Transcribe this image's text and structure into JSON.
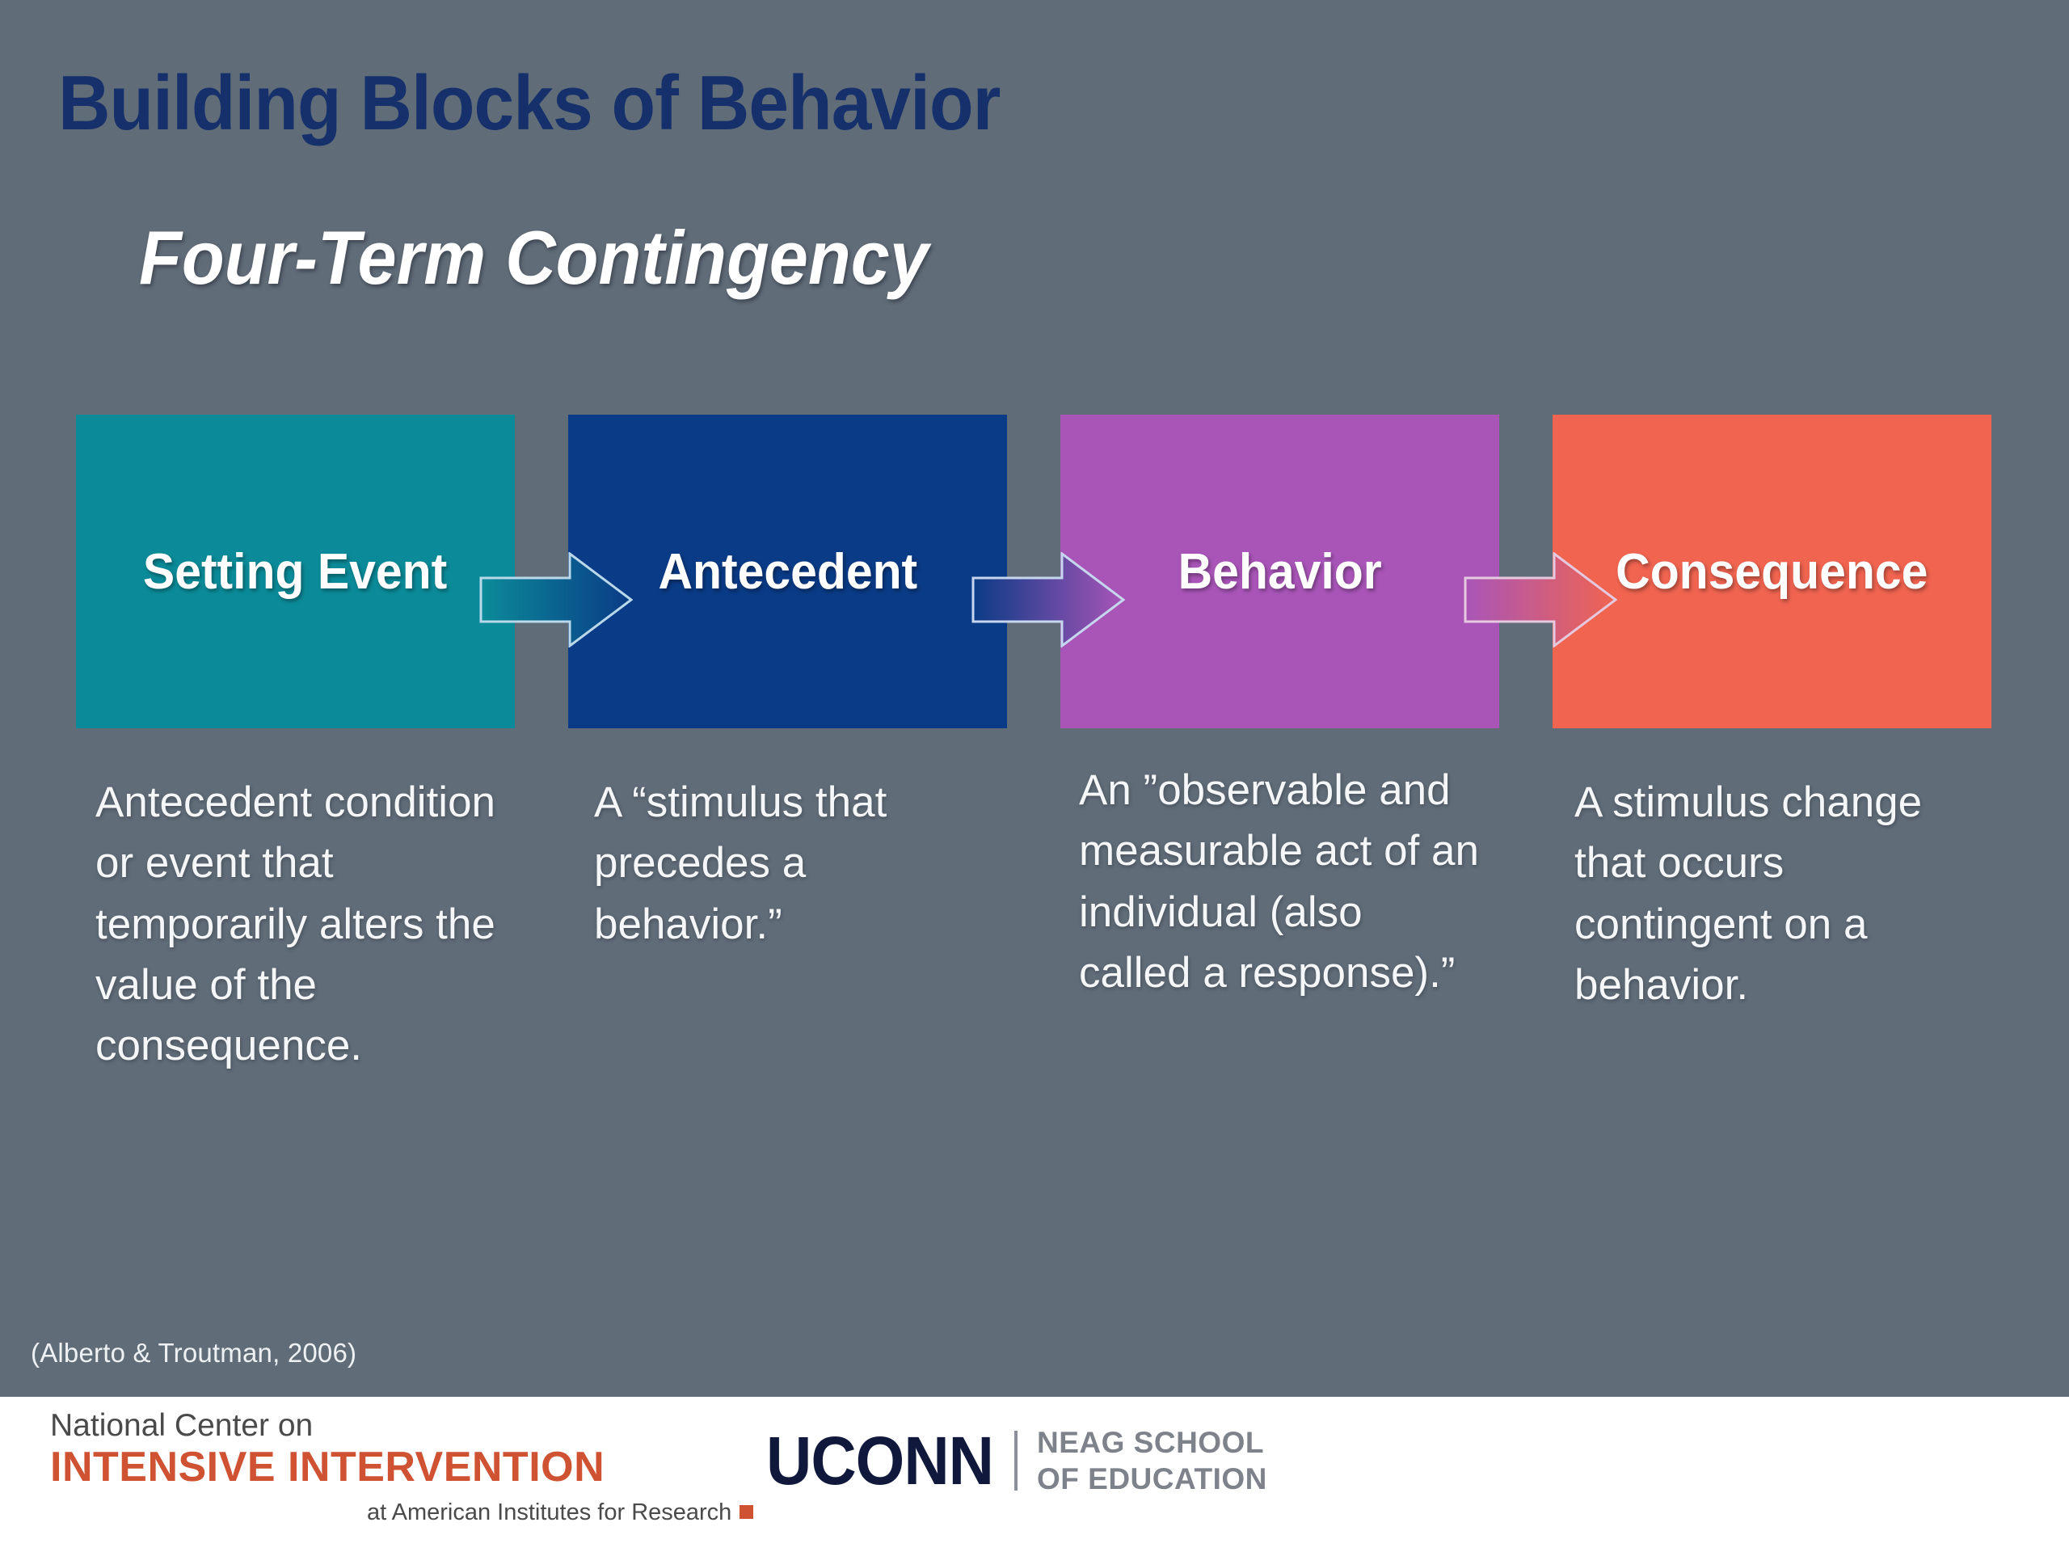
{
  "slide": {
    "background_color": "#606c78",
    "title": "Building Blocks of Behavior",
    "title_color": "#15306b",
    "subtitle": "Four-Term Contingency",
    "subtitle_color": "#ffffff",
    "citation": "(Alberto & Troutman, 2006)"
  },
  "flow": {
    "blocks": [
      {
        "label": "Setting Event",
        "color": "#0b8b99"
      },
      {
        "label": "Antecedent",
        "color": "#0a3b86"
      },
      {
        "label": "Behavior",
        "color": "#a955b8"
      },
      {
        "label": "Consequence",
        "color": "#f06450"
      }
    ],
    "arrows": [
      {
        "name": "arrow-setting-event-to-antecedent",
        "from_color": "#0b8b99",
        "to_color": "#0a3b86"
      },
      {
        "name": "arrow-antecedent-to-behavior",
        "from_color": "#0a3b86",
        "to_color": "#a955b8"
      },
      {
        "name": "arrow-behavior-to-consequence",
        "from_color": "#a955b8",
        "to_color": "#f06450"
      }
    ],
    "descriptions": [
      "Antecedent condition or event that temporarily alters the value of the consequence.",
      "A “stimulus that precedes a behavior.”",
      "An ”observable and measurable act of an individual (also called a response).”",
      "A stimulus change that occurs contingent on a behavior."
    ]
  },
  "footer": {
    "ncii": {
      "line1": "National Center on",
      "line2": "INTENSIVE INTERVENTION",
      "line3": "at American Institutes for Research",
      "accent_color": "#cf5232"
    },
    "uconn": {
      "wordmark": "UCONN",
      "sub_line1": "NEAG SCHOOL",
      "sub_line2": "OF EDUCATION",
      "wordmark_color": "#10193c",
      "sub_color": "#7d828b"
    }
  }
}
